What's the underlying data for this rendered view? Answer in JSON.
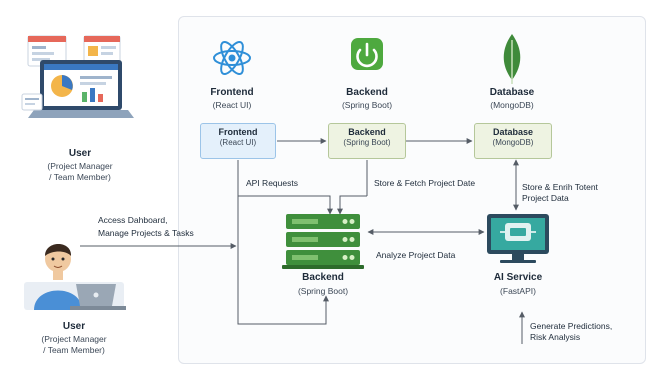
{
  "users": {
    "top": {
      "title": "User",
      "role_line1": "(Project Manager",
      "role_line2": "/ Team Member)"
    },
    "bottom": {
      "title": "User",
      "role_line1": "(Project Manager",
      "role_line2": "/ Team Member)"
    }
  },
  "top_icons": {
    "frontend": {
      "title": "Frontend",
      "subtitle": "(React UI)"
    },
    "backend": {
      "title": "Backend",
      "subtitle": "(Spring Boot)"
    },
    "database": {
      "title": "Database",
      "subtitle": "(MongoDB)"
    }
  },
  "boxes": {
    "frontend": {
      "title": "Frontend",
      "subtitle": "(React UI)"
    },
    "backend": {
      "title": "Backend",
      "subtitle": "(Spring Boot)"
    },
    "database": {
      "title": "Database",
      "subtitle": "(MongoDB)"
    }
  },
  "servers": {
    "backend": {
      "title": "Backend",
      "subtitle": "(Spring Boot)"
    },
    "ai": {
      "title": "AI Service",
      "subtitle": "(FastAPI)"
    }
  },
  "labels": {
    "access_line1": "Access Dahboard,",
    "access_line2": "Manage Projects & Tasks",
    "api_requests": "API Requests",
    "store_fetch": "Store & Fetch Project Date",
    "store_enrich_line1": "Store & Enrih Totent",
    "store_enrich_line2": "Project Data",
    "analyze": "Analyze Project Data",
    "generate_line1": "Generate Predictions,",
    "generate_line2": "Risk Analysis"
  },
  "colors": {
    "frontend_box": "#e4f0fb",
    "frontend_border": "#9cc4e8",
    "backend_box": "#eef3e2",
    "backend_border": "#b5c79a",
    "server_green": "#3f8f3c",
    "react_blue": "#2f8fd8",
    "spring_green": "#4ea93f",
    "mongo_green": "#3f8a3a",
    "ai_teal": "#36a9a0",
    "arrow": "#555c66"
  }
}
